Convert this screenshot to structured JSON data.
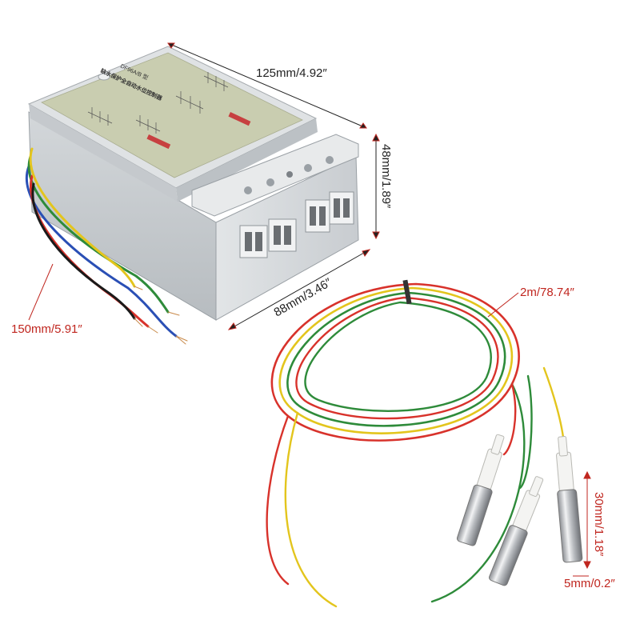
{
  "device": {
    "model_label": "DF96A/B 型",
    "title_line": "缺水保护全自动水位控制器"
  },
  "dimensions": {
    "length": "125mm/4.92″",
    "height": "48mm/1.89″",
    "width": "88mm/3.46″",
    "lead_length": "150mm/5.91″",
    "cable_length": "2m/78.74″",
    "probe_length": "30mm/1.18″",
    "probe_diameter": "5mm/0.2″"
  },
  "colors": {
    "dimension_red": "#c0261f",
    "dimension_dark": "#222222",
    "wire_red": "#d8322b",
    "wire_yellow": "#e3c51d",
    "wire_green": "#2e8b3a",
    "wire_blue": "#2a4fb5",
    "wire_black": "#1a1a1a",
    "housing": "#d9dde0",
    "label_plate": "#c9cdb0"
  }
}
